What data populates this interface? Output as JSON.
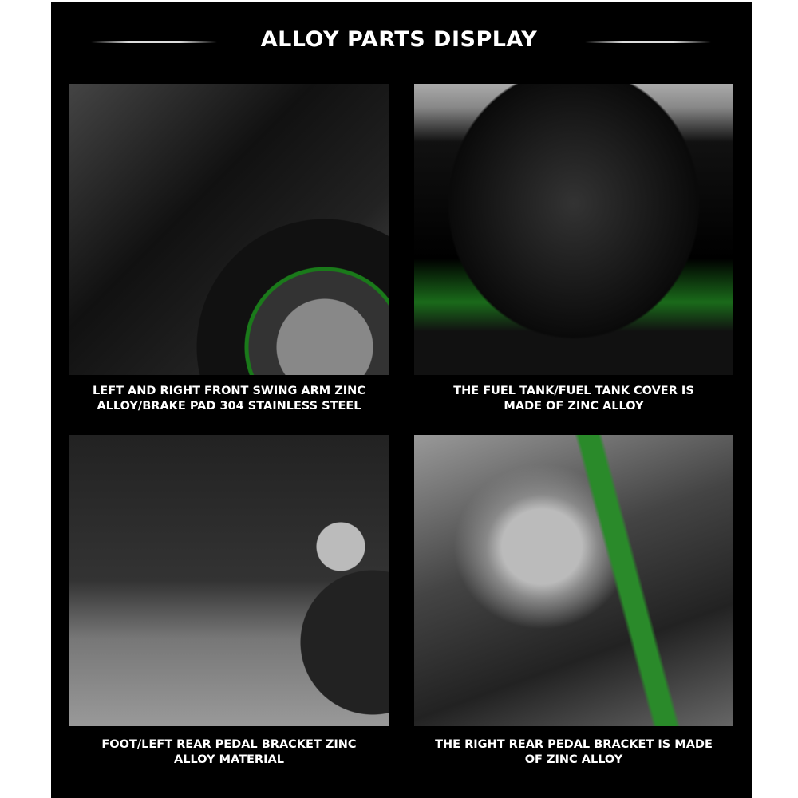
{
  "title": "ALLOY PARTS DISPLAY",
  "panels": [
    {
      "image": "front-wheel-brake-photo",
      "caption_line1": "LEFT AND RIGHT FRONT SWING ARM ZINC",
      "caption_line2": "ALLOY/BRAKE PAD 304 STAINLESS STEEL"
    },
    {
      "image": "fuel-tank-photo",
      "caption_line1": "THE FUEL TANK/FUEL TANK COVER IS",
      "caption_line2": "MADE OF ZINC ALLOY"
    },
    {
      "image": "left-pedal-bracket-photo",
      "caption_line1": "FOOT/LEFT REAR PEDAL BRACKET ZINC",
      "caption_line2": "ALLOY MATERIAL"
    },
    {
      "image": "right-pedal-bracket-photo",
      "caption_line1": "THE RIGHT REAR PEDAL BRACKET IS MADE",
      "caption_line2": "OF ZINC ALLOY"
    }
  ],
  "colors": {
    "background": "#000000",
    "text": "#ffffff",
    "accent": "#1a7a1a"
  }
}
